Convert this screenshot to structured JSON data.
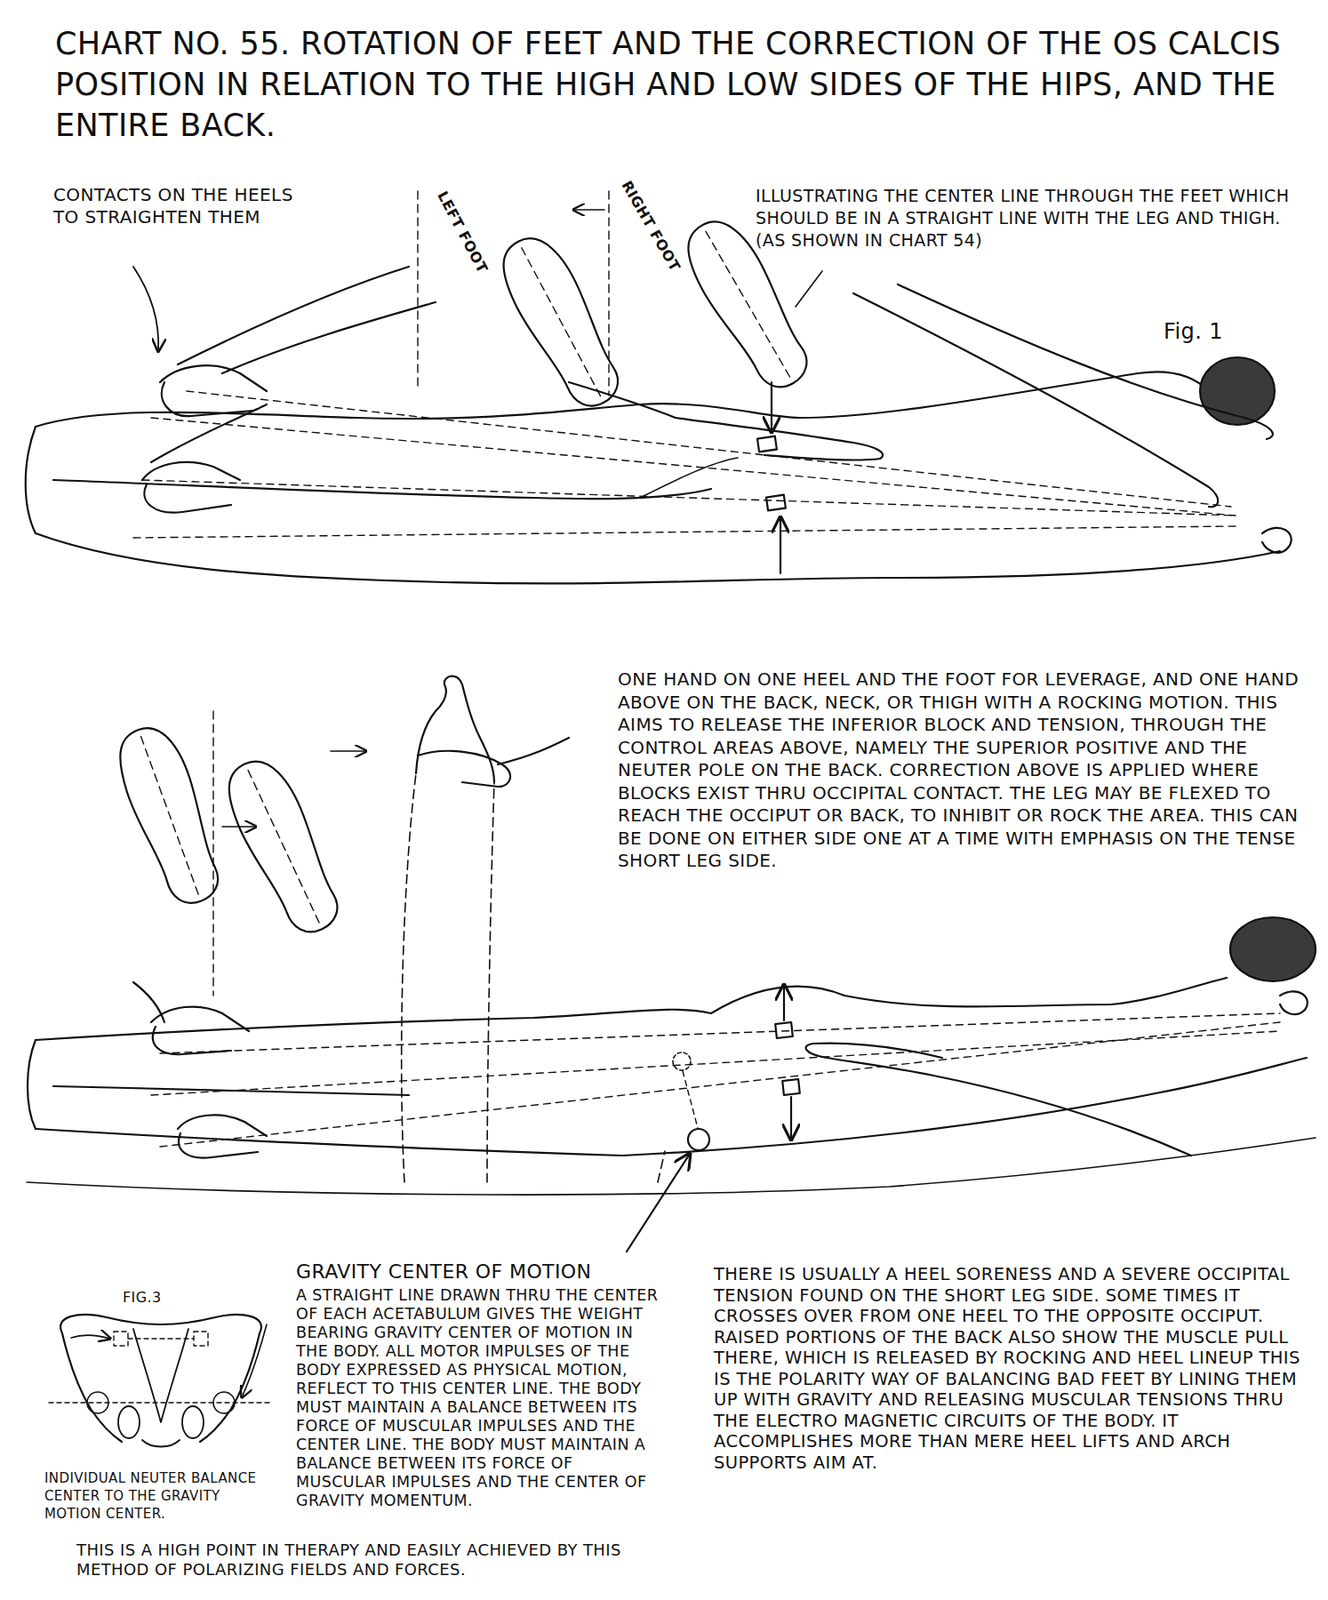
{
  "diagram": {
    "title": "CHART NO. 55. ROTATION OF FEET AND THE CORRECTION OF THE OS CALCIS POSITION IN RELATION TO THE HIGH AND LOW SIDES OF THE HIPS, AND THE ENTIRE BACK.",
    "labels": [
      "CONTACTS ON THE HEELS TO STRAIGHTEN THEM",
      "LEFT FOOT",
      "RIGHT FOOT",
      "ILLUSTRATING THE CENTER LINE THROUGH THE FEET WHICH SHOULD BE IN A STRAIGHT LINE WITH THE LEG AND THIGH. (AS SHOWN IN CHART 54)",
      "Fig. 1",
      "ONE HAND ON ONE HEEL AND THE FOOT FOR LEVERAGE, AND ONE HAND ABOVE ON THE BACK, NECK, OR THIGH WITH A ROCKING MOTION. THIS AIMS TO RELEASE THE INFERIOR BLOCK AND TENSION, THROUGH THE CONTROL AREAS ABOVE, NAMELY THE SUPERIOR POSITIVE AND THE NEUTER POLE ON THE BACK. CORRECTION ABOVE IS APPLIED WHERE BLOCKS EXIST THRU OCCIPITAL CONTACT. THE LEG MAY BE FLEXED TO REACH THE OCCIPUT OR BACK, TO INHIBIT OR ROCK THE AREA. THIS CAN BE DONE ON EITHER SIDE ONE AT A TIME WITH EMPHASIS ON THE TENSE SHORT LEG SIDE.",
      "FIG.3",
      "INDIVIDUAL NEUTER BALANCE CENTER TO THE GRAVITY MOTION CENTER.",
      "GRAVITY CENTER OF MOTION",
      "A STRAIGHT LINE DRAWN THRU THE CENTER OF EACH ACETABULUM GIVES THE WEIGHT BEARING GRAVITY CENTER OF MOTION IN THE BODY. ALL MOTOR IMPULSES OF THE BODY EXPRESSED AS PHYSICAL MOTION, REFLECT TO THIS CENTER LINE. THE BODY MUST MAINTAIN A BALANCE BETWEEN ITS FORCE OF MUSCULAR IMPULSES AND THE CENTER LINE. THE BODY MUST MAINTAIN A BALANCE BETWEEN ITS FORCE OF MUSCULAR IMPULSES AND THE CENTER OF GRAVITY MOMENTUM.",
      "THIS IS A HIGH POINT IN THERAPY AND EASILY ACHIEVED BY THIS METHOD OF POLARIZING FIELDS AND FORCES.",
      "THERE IS USUALLY A HEEL SORENESS AND A SEVERE OCCIPITAL TENSION FOUND ON THE SHORT LEG SIDE. SOME TIMES IT CROSSES OVER FROM ONE HEEL TO THE OPPOSITE OCCIPUT. RAISED PORTIONS OF THE BACK ALSO SHOW THE MUSCLE PULL THERE, WHICH IS RELEASED BY ROCKING AND HEEL LINEUP THIS IS THE POLARITY WAY OF BALANCING BAD FEET BY LINING THEM UP WITH GRAVITY AND RELEASING MUSCULAR TENSIONS THRU THE ELECTRO MAGNETIC CIRCUITS OF THE BODY. IT ACCOMPLISHES MORE THAN MERE HEEL LIFTS AND ARCH SUPPORTS AIM AT."
    ]
  }
}
